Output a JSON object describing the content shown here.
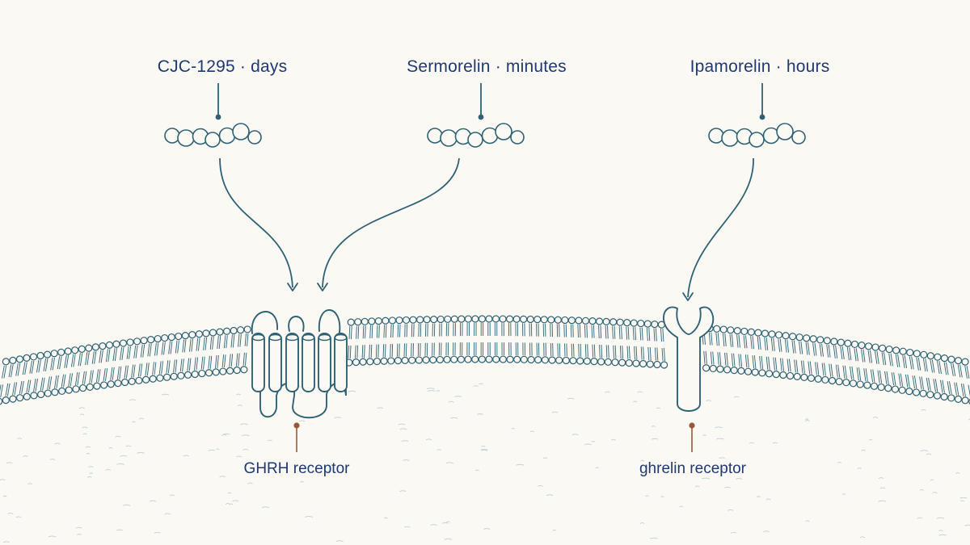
{
  "peptides": [
    {
      "label": "CJC-1295 · days"
    },
    {
      "label": "Sermorelin · minutes"
    },
    {
      "label": "Ipamorelin · hours"
    }
  ],
  "receptors": [
    {
      "label": "GHRH receptor"
    },
    {
      "label": "ghrelin receptor"
    }
  ],
  "colors": {
    "background": "#fbf9f4",
    "line": "#2f6275",
    "text": "#1f3a72",
    "marker": "#9a5a38",
    "speckle": "#c3d3da"
  }
}
